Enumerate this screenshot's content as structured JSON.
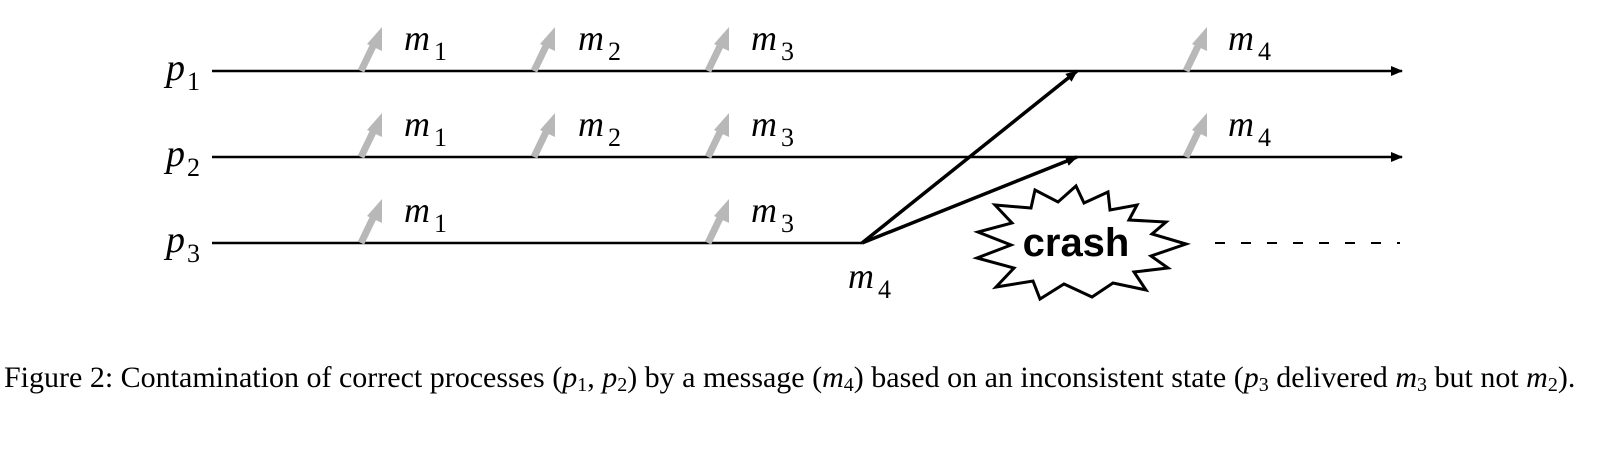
{
  "processes": [
    {
      "name": "p",
      "sub": "1"
    },
    {
      "name": "p",
      "sub": "2"
    },
    {
      "name": "p",
      "sub": "3"
    }
  ],
  "messages": {
    "p1": [
      {
        "name": "m",
        "sub": "1"
      },
      {
        "name": "m",
        "sub": "2"
      },
      {
        "name": "m",
        "sub": "3"
      },
      {
        "name": "m",
        "sub": "4"
      }
    ],
    "p2": [
      {
        "name": "m",
        "sub": "1"
      },
      {
        "name": "m",
        "sub": "2"
      },
      {
        "name": "m",
        "sub": "3"
      },
      {
        "name": "m",
        "sub": "4"
      }
    ],
    "p3": [
      {
        "name": "m",
        "sub": "1"
      },
      {
        "name": "m",
        "sub": "3"
      }
    ],
    "sent": {
      "name": "m",
      "sub": "4"
    }
  },
  "crash_label": "crash",
  "caption": {
    "prefix": "Figure 2:  Contamination of correct processes (",
    "p1": "p",
    "p1_sub": "1",
    "comma": ", ",
    "p2": "p",
    "p2_sub": "2",
    "mid1": ") by a message (",
    "m4": "m",
    "m4_sub": "4",
    "mid2": ") based on an inconsistent state (",
    "p3": "p",
    "p3_sub": "3",
    "mid3": " delivered ",
    "m3": "m",
    "m3_sub": "3",
    "mid4": " but not ",
    "m2": "m",
    "m2_sub": "2",
    "suffix": ")."
  },
  "colors": {
    "line": "#000000",
    "delivery_arrow": "#b8b8b8"
  }
}
